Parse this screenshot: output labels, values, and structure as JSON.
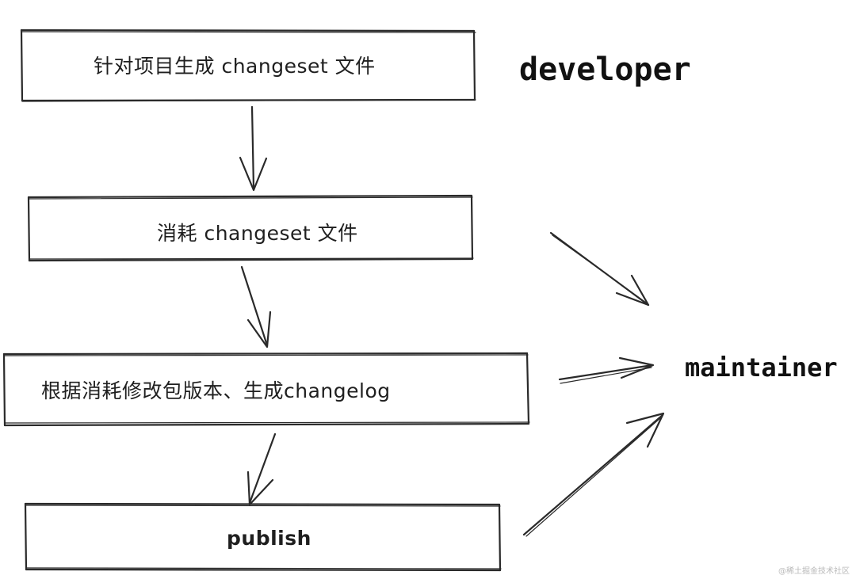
{
  "steps": [
    {
      "label": "针对项目生成 changeset 文件"
    },
    {
      "label": "消耗 changeset 文件"
    },
    {
      "label": "根据消耗修改包版本、生成changelog"
    },
    {
      "label": "publish"
    }
  ],
  "roles": {
    "developer": "developer",
    "maintainer": "maintainer"
  },
  "watermark": "@稀土掘金技术社区",
  "colors": {
    "stroke": "#2a2a2a",
    "text": "#1f1f1f",
    "background": "#ffffff"
  }
}
